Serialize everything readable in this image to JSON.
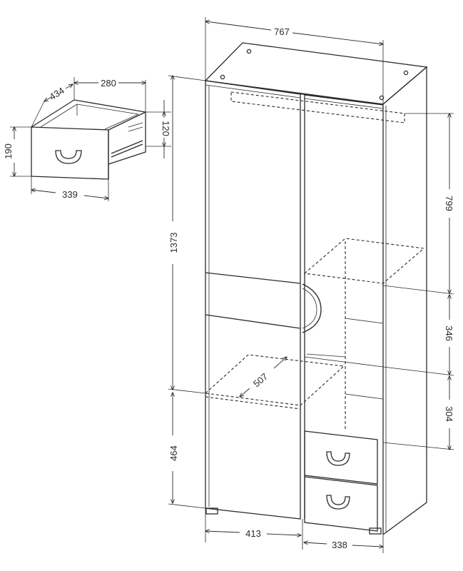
{
  "dimensions": {
    "total_width": "767",
    "drawer_width": "280",
    "drawer_depth": "434",
    "drawer_inner_height": "120",
    "drawer_front_height": "190",
    "drawer_front_width": "339",
    "left_upper_height": "1373",
    "left_lower_height": "464",
    "right_top_height": "799",
    "right_middle_height": "346",
    "right_lower_height": "304",
    "left_width": "413",
    "right_width": "338",
    "shelf_depth": "507"
  },
  "colors": {
    "line": "#2b2b2b",
    "background": "#ffffff"
  }
}
